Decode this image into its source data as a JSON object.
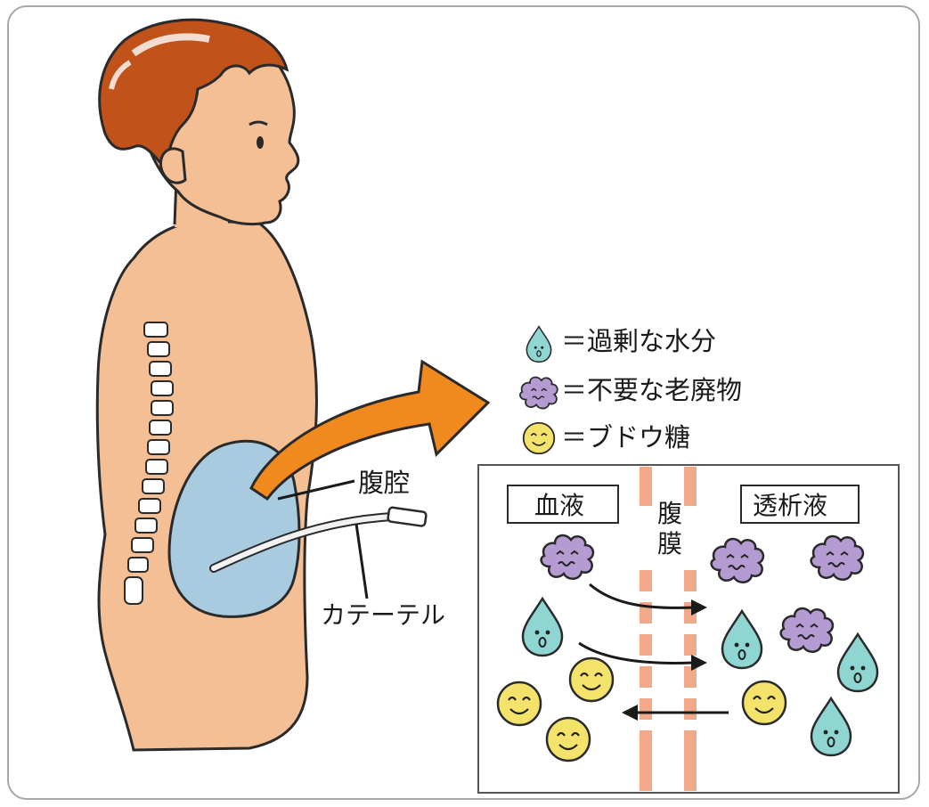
{
  "colors": {
    "skin": "#f4bf95",
    "skin_outline": "#2a2a2a",
    "hair": "#c0521a",
    "cavity": "#a9cbe0",
    "arrow": "#f08a1e",
    "water": "#8fd6d2",
    "waste": "#b49bd2",
    "glucose": "#f4e36a",
    "membrane": "#f2a98a"
  },
  "legend": [
    {
      "icon": "water-drop-icon",
      "label": "＝過剰な水分"
    },
    {
      "icon": "waste-blob-icon",
      "label": "＝不要な老廃物"
    },
    {
      "icon": "glucose-face-icon",
      "label": "＝ブドウ糖"
    }
  ],
  "labels": {
    "peritoneal_cavity": "腹腔",
    "catheter": "カテーテル"
  },
  "inset": {
    "left_box": "血液",
    "right_box": "透析液",
    "membrane_label": "腹膜"
  }
}
